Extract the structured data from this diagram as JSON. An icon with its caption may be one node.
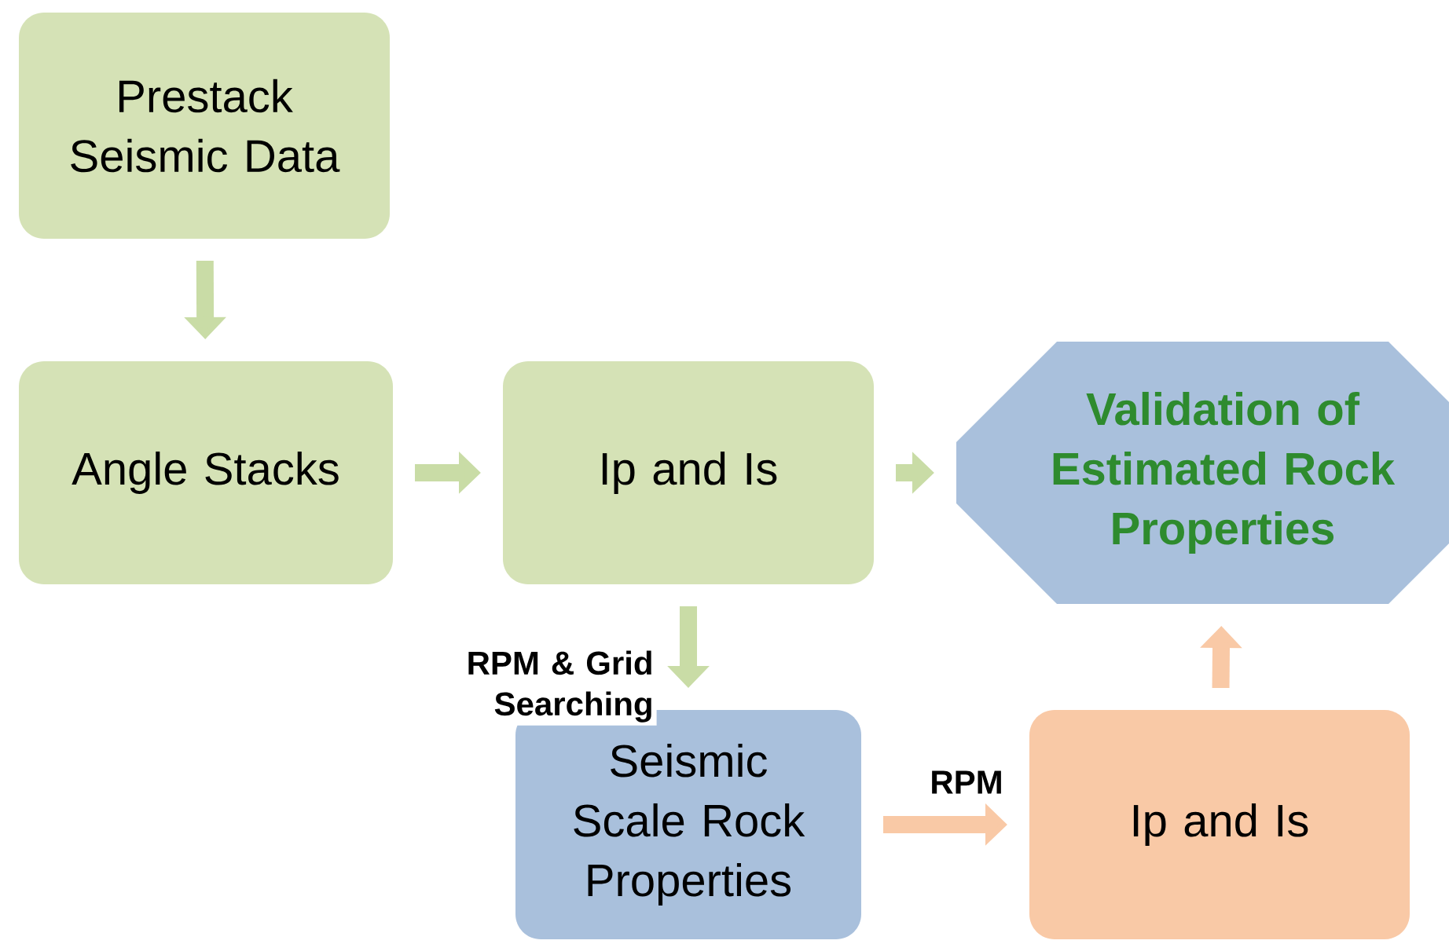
{
  "diagram": {
    "nodes": [
      {
        "text": [
          "Prestack Seismic Data"
        ]
      },
      {
        "text": [
          "Angle Stacks"
        ]
      },
      {
        "text": [
          "Ip and Is"
        ]
      },
      {
        "text": [
          "Validation of Estimated Rock Properties"
        ]
      },
      {
        "text": [
          "Seismic Scale Rock Properties"
        ]
      },
      {
        "text": [
          "Ip and Is"
        ]
      }
    ],
    "edges": [
      {
        "from": 0,
        "to": 1,
        "arrow": "to"
      },
      {
        "from": 1,
        "to": 2,
        "arrow": "to"
      },
      {
        "from": 2,
        "to": 3,
        "arrow": "to"
      },
      {
        "from": 2,
        "to": 4,
        "arrow": "to",
        "label": "RPM & Grid Searching"
      },
      {
        "from": 4,
        "to": 5,
        "arrow": "to",
        "label": "RPM",
        "color": "#f9c9a6"
      },
      {
        "from": 5,
        "to": 3,
        "arrow": "to",
        "color": "#f9c9a6"
      }
    ]
  }
}
